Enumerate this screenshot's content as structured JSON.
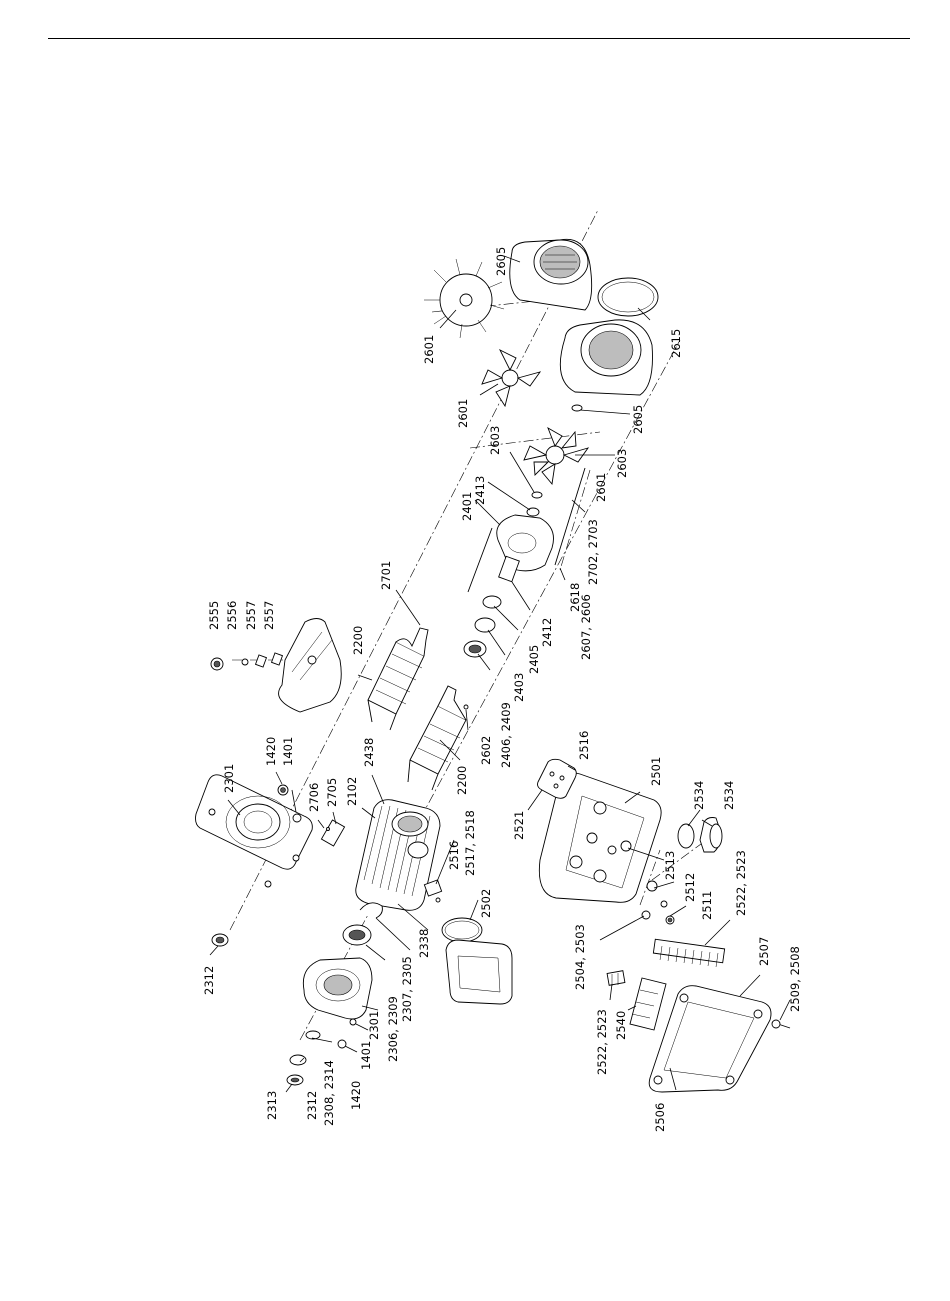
{
  "labels": {
    "l_2605a": "2605",
    "l_2601a": "2601",
    "l_2615": "2615",
    "l_2601b": "2601",
    "l_2605b": "2605",
    "l_2603a": "2603",
    "l_2603b": "2603",
    "l_2601c": "2601",
    "l_2413": "2413",
    "l_2401": "2401",
    "l_2702": "2702, 2703",
    "l_2618": "2618",
    "l_2607": "2607, 2606",
    "l_2412": "2412",
    "l_2405": "2405",
    "l_2403": "2403",
    "l_2406": "2406, 2409",
    "l_2602": "2602",
    "l_2701": "2701",
    "l_2200a": "2200",
    "l_2200b": "2200",
    "l_2555": "2555",
    "l_2556": "2556",
    "l_2557a": "2557",
    "l_2557b": "2557",
    "l_2301a": "2301",
    "l_1420a": "1420",
    "l_1401a": "1401",
    "l_2706": "2706",
    "l_2705": "2705",
    "l_2102": "2102",
    "l_2438": "2438",
    "l_2516a": "2516",
    "l_2516b": "2516",
    "l_2517": "2517, 2518",
    "l_2502": "2502",
    "l_2521": "2521",
    "l_2501": "2501",
    "l_2534a": "2534",
    "l_2534b": "2534",
    "l_2513": "2513",
    "l_2512": "2512",
    "l_2511": "2511",
    "l_2522a": "2522, 2523",
    "l_2507": "2507",
    "l_2509": "2509, 2508",
    "l_2504": "2504, 2503",
    "l_2522b": "2522, 2523",
    "l_2540": "2540",
    "l_2506": "2506",
    "l_2312a": "2312",
    "l_2312b": "2312",
    "l_2313": "2313",
    "l_2308": "2308, 2314",
    "l_1420b": "1420",
    "l_1401b": "1401",
    "l_2301b": "2301",
    "l_2306": "2306, 2309",
    "l_2307": "2307, 2305",
    "l_2338": "2338"
  }
}
